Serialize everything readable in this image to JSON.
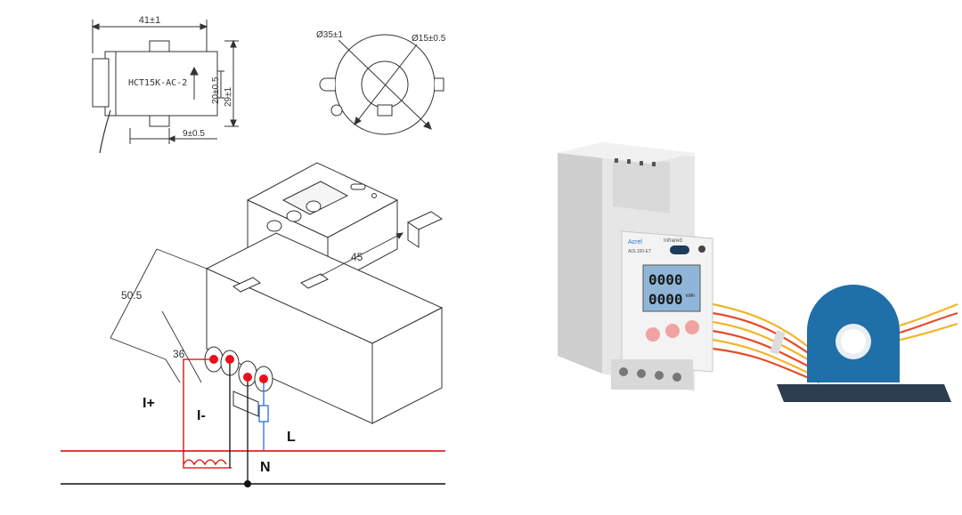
{
  "ct_drawing": {
    "width_dim": "41±1",
    "model_label": "HCT15K-AC-2",
    "height_inner_dim": "20±0.5",
    "height_outer_dim": "29±1",
    "bottom_dim": "9±0.5",
    "outer_dia_dim": "Ø35±1",
    "inner_dia_dim": "Ø15±0.5"
  },
  "meter_drawing": {
    "depth_dim": "45",
    "height_dim": "50.5",
    "width_dim": "36"
  },
  "wiring": {
    "i_plus": "I+",
    "i_minus": "I-",
    "line_label": "L",
    "neutral_label": "N"
  },
  "colors": {
    "wire_red": "#d90000",
    "wire_black": "#111111",
    "terminal_dot": "#e8101a",
    "fuse_blue": "#2a6fd0",
    "ct_body": "#1f6fa8"
  },
  "product_photo": {
    "brand": "Acrel",
    "infrared": "Infrared",
    "model": "ADL100-ET",
    "lcd_top": "0000",
    "lcd_bottom": "0000",
    "lcd_unit": "kWh"
  }
}
